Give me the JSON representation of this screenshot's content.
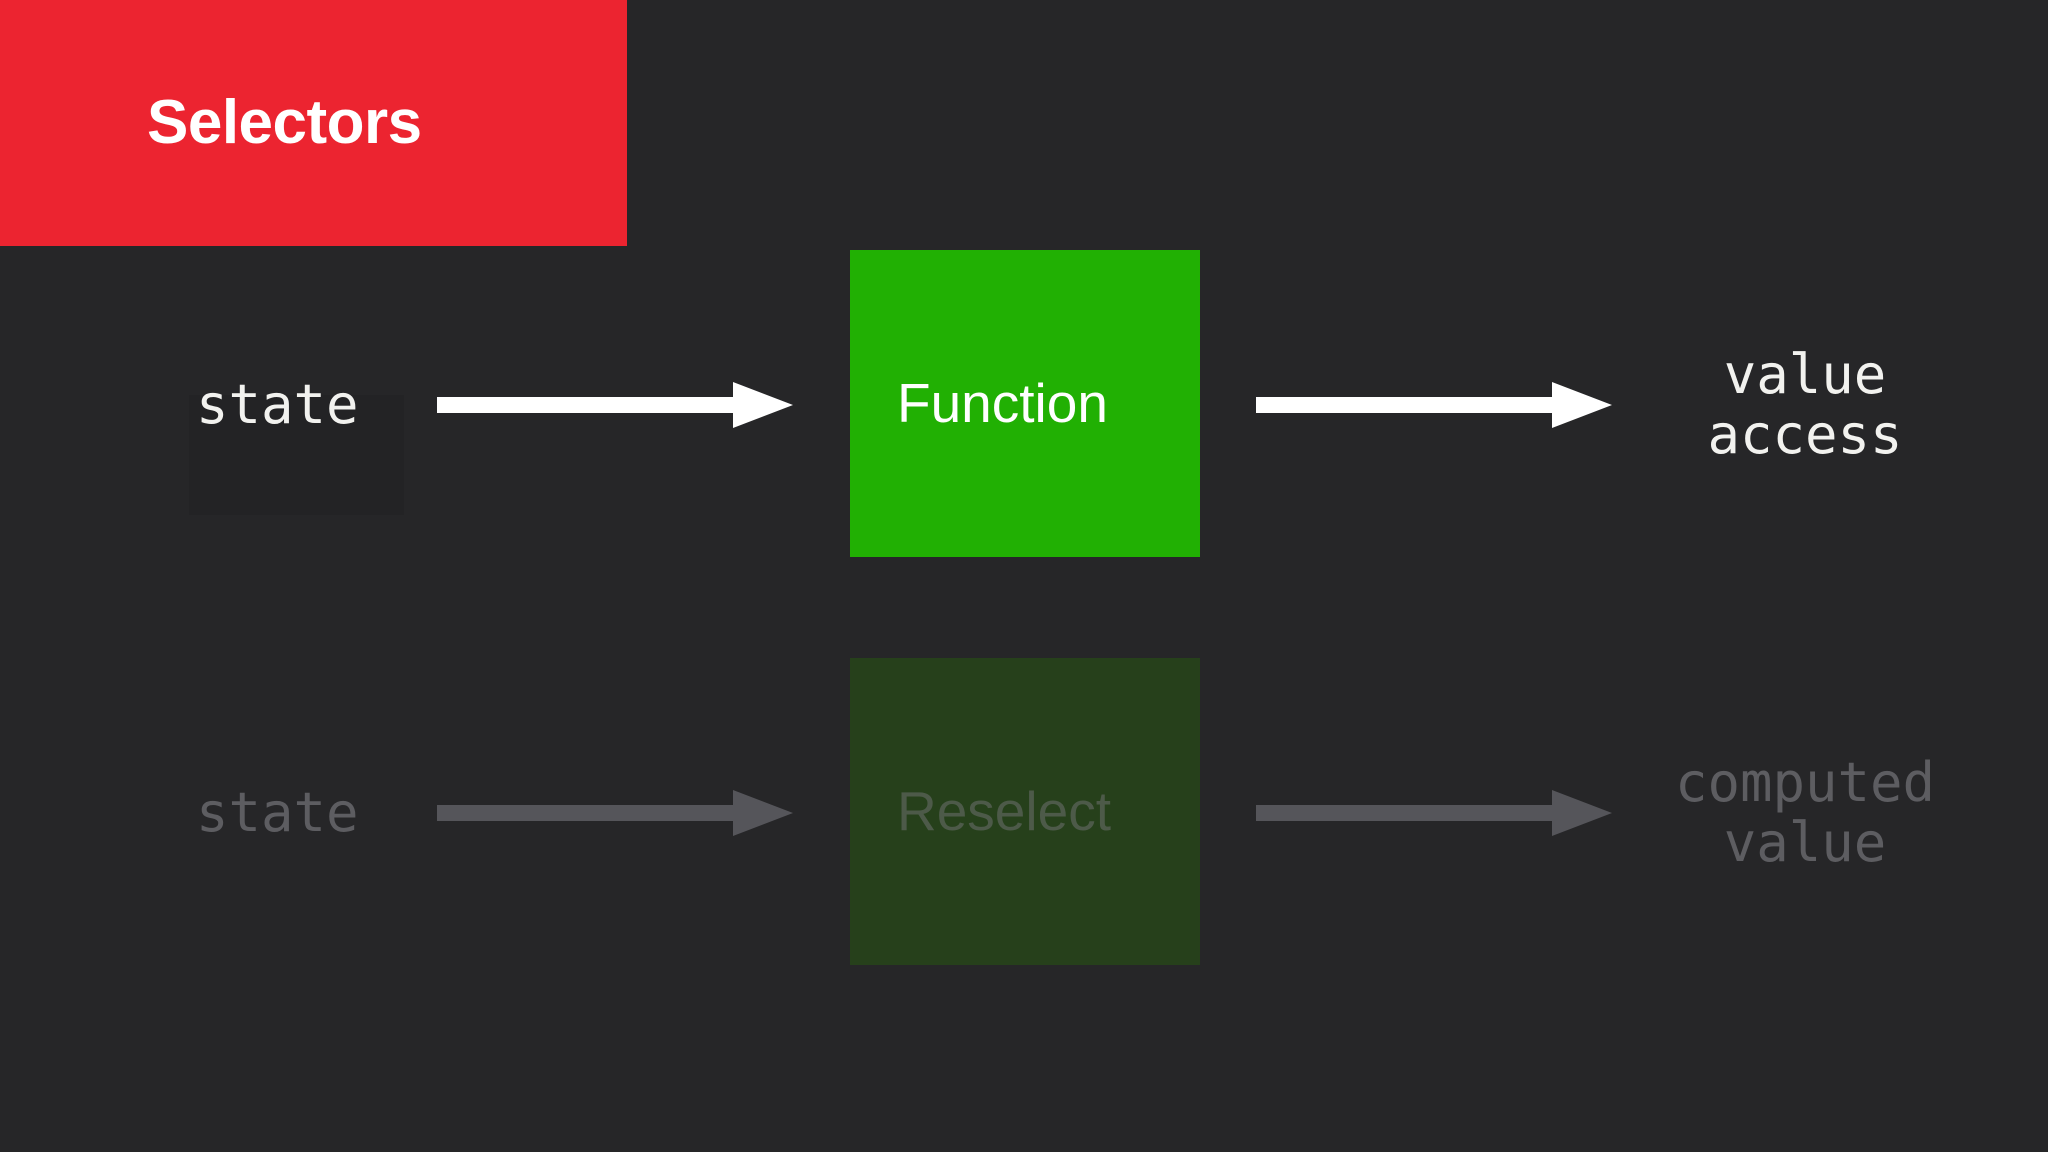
{
  "slide": {
    "background_color": "#262628",
    "title": {
      "text": "Selectors",
      "banner_color": "#ec2430",
      "text_color": "#ffffff"
    }
  },
  "colors": {
    "background": "#262628",
    "accent_red": "#ec2430",
    "accent_green": "#21b003",
    "dim_green": "#26401b",
    "text_bright": "#f2f2ef",
    "text_dim": "#5d5d61",
    "arrow_bright": "#ffffff",
    "arrow_dim": "#55555a"
  },
  "flows": [
    {
      "id": "active",
      "state": "active",
      "source": {
        "label": "state",
        "icon": "state-label"
      },
      "arrow_in": {
        "icon": "arrow-right-icon",
        "color": "#ffffff"
      },
      "process": {
        "label": "Function",
        "box_color": "#21b003",
        "text_color": "#ffffff"
      },
      "arrow_out": {
        "icon": "arrow-right-icon",
        "color": "#ffffff"
      },
      "result": {
        "lines": [
          "value",
          "access"
        ]
      }
    },
    {
      "id": "dimmed",
      "state": "dimmed",
      "source": {
        "label": "state",
        "icon": "state-label"
      },
      "arrow_in": {
        "icon": "arrow-right-icon",
        "color": "#55555a"
      },
      "process": {
        "label": "Reselect",
        "box_color": "#26401b",
        "text_color": "#4d5a49"
      },
      "arrow_out": {
        "icon": "arrow-right-icon",
        "color": "#55555a"
      },
      "result": {
        "lines": [
          "computed",
          "value"
        ]
      }
    }
  ]
}
